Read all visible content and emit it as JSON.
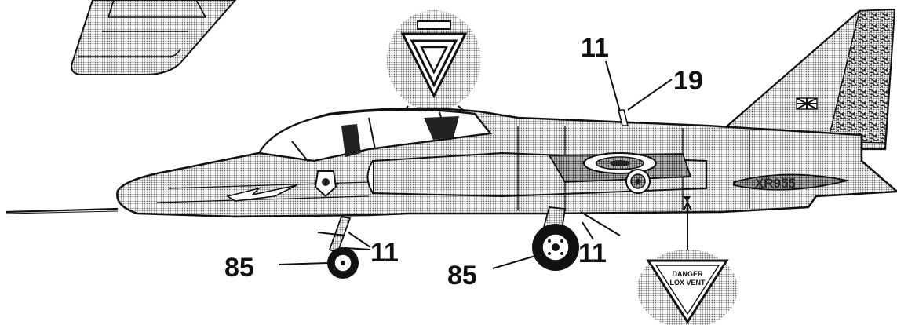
{
  "callouts": {
    "nose_gear_number": "85",
    "nose_gear_ref": "11",
    "main_gear_number": "85",
    "main_gear_ref": "11",
    "antenna_ref": "11",
    "antenna_ref_2": "19"
  },
  "decals": {
    "serial": "XR955",
    "danger_line1": "DANGER",
    "danger_line2": "LOX VENT"
  },
  "colors": {
    "ink": "#111111",
    "halftone": "#bdbdbd",
    "paper": "#ffffff"
  },
  "icons": {
    "ejection_triangle": "ejection-seat-warning-triangle-icon",
    "roundel": "raf-roundel-icon",
    "fin_flash": "union-flag-icon"
  }
}
